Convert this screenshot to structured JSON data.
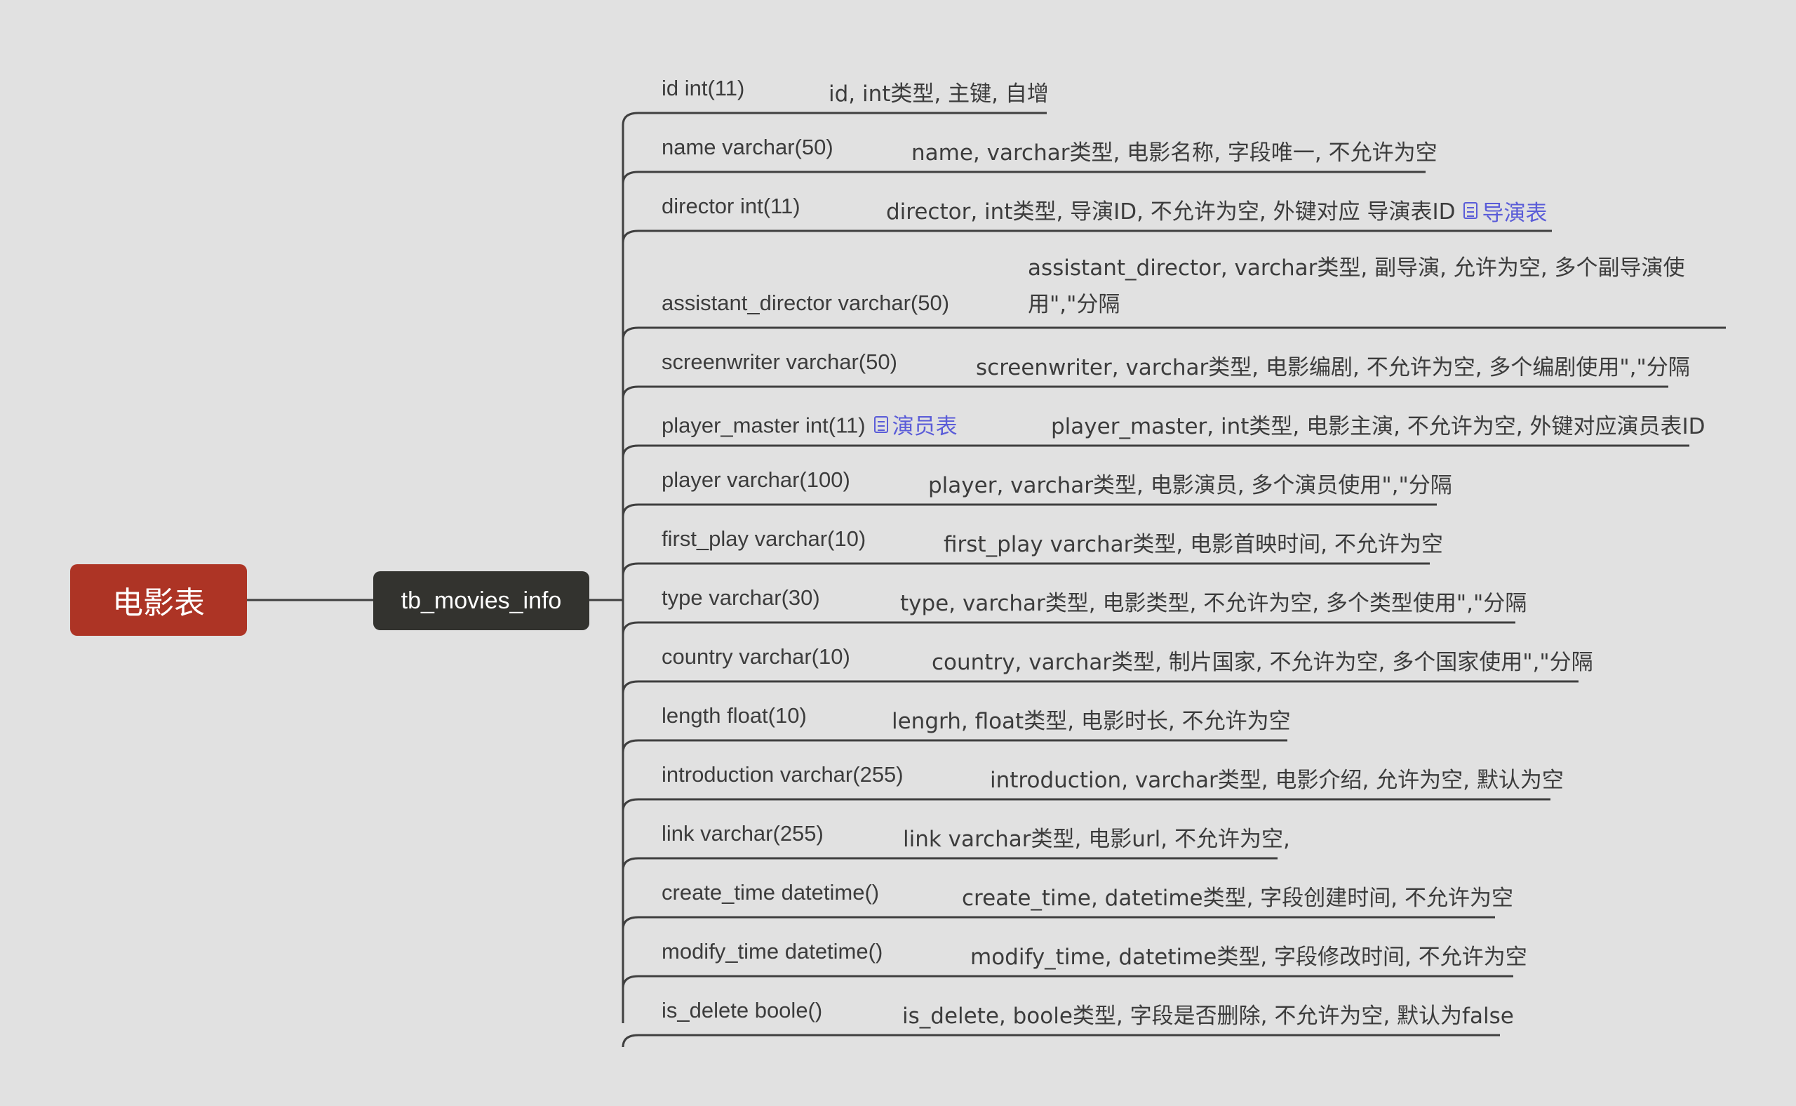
{
  "root": {
    "label": "电影表"
  },
  "main": {
    "label": "tb_movies_info"
  },
  "fields": [
    {
      "name": "id int(11)",
      "desc": "id, int类型, 主键, 自增"
    },
    {
      "name": "name varchar(50)",
      "desc": "name, varchar类型, 电影名称, 字段唯一, 不允许为空"
    },
    {
      "name": "director int(11)",
      "desc": "director, int类型, 导演ID, 不允许为空, 外键对应 导演表ID",
      "desc_link": "导演表"
    },
    {
      "name": "assistant_director varchar(50)",
      "desc": "assistant_director, varchar类型, 副导演, 允许为空, 多个副导演使用\",\"分隔"
    },
    {
      "name": "screenwriter varchar(50)",
      "desc": "screenwriter, varchar类型, 电影编剧, 不允许为空, 多个编剧使用\",\"分隔"
    },
    {
      "name": "player_master int(11)",
      "name_link": "演员表",
      "desc": "player_master, int类型, 电影主演, 不允许为空, 外键对应演员表ID"
    },
    {
      "name": "player varchar(100)",
      "desc": "player, varchar类型, 电影演员, 多个演员使用\",\"分隔"
    },
    {
      "name": "first_play varchar(10)",
      "desc": "first_play varchar类型, 电影首映时间, 不允许为空"
    },
    {
      "name": "type varchar(30)",
      "desc": "type, varchar类型, 电影类型, 不允许为空, 多个类型使用\",\"分隔"
    },
    {
      "name": "country varchar(10)",
      "desc": "country, varchar类型, 制片国家, 不允许为空, 多个国家使用\",\"分隔"
    },
    {
      "name": "length float(10)",
      "desc": "lengrh, float类型, 电影时长, 不允许为空"
    },
    {
      "name": "introduction varchar(255)",
      "desc": "introduction, varchar类型, 电影介绍, 允许为空, 默认为空"
    },
    {
      "name": "link varchar(255)",
      "desc": "link varchar类型, 电影url, 不允许为空,"
    },
    {
      "name": "create_time datetime()",
      "desc": "create_time, datetime类型, 字段创建时间, 不允许为空"
    },
    {
      "name": "modify_time datetime()",
      "desc": "modify_time, datetime类型, 字段修改时间, 不允许为空"
    },
    {
      "name": "is_delete boole()",
      "desc": "is_delete, boole类型, 字段是否删除, 不允许为空, 默认为false"
    }
  ],
  "colors": {
    "background": "#e1e1e1",
    "root": "#ad3425",
    "main": "#33332f",
    "line": "#3f3f3f",
    "link": "#5a5cd8"
  }
}
